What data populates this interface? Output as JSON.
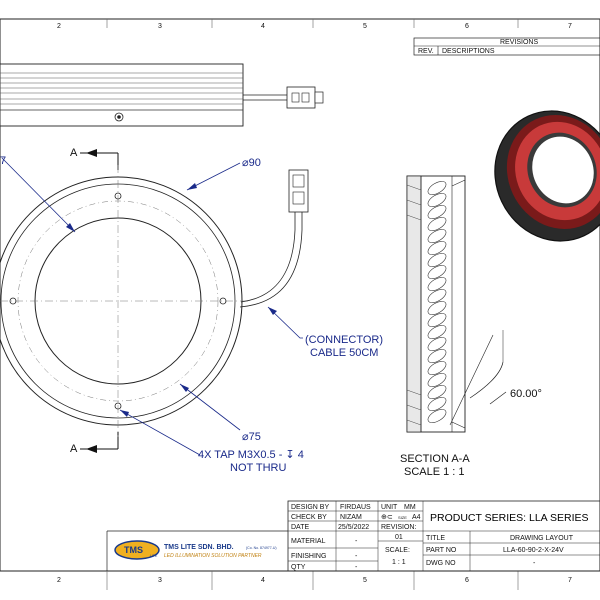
{
  "zone_numbers": {
    "top": [
      "2",
      "3",
      "4",
      "5",
      "6",
      "7"
    ],
    "bottom": [
      "2",
      "3",
      "4",
      "5",
      "6",
      "7"
    ]
  },
  "revisions": {
    "title": "REVISIONS",
    "rev_label": "REV.",
    "desc_label": "DESCRIPTIONS"
  },
  "views": {
    "section_marker": "A",
    "section_title": "SECTION A-A",
    "section_scale": "SCALE 1 : 1",
    "angle": "60.00°"
  },
  "dimensions": {
    "outer_dia": "⌀90",
    "inner_dia": "⌀75",
    "partial_left": "7",
    "connector_line1": "(CONNECTOR)",
    "connector_line2": "CABLE 50CM",
    "tap_line1": "4X TAP M3X0.5 - ↧ 4",
    "tap_line2": "NOT THRU"
  },
  "company": {
    "logo": "TMS",
    "logo_sub": "LITE",
    "name": "TMS LITE SDN. BHD.",
    "co_no": "(Co. No. 874977-U)",
    "tagline": "LED ILLUMINATION SOLUTION PARTNER"
  },
  "title_block": {
    "design_by_label": "DESIGN BY",
    "design_by": "FIRDAUS",
    "check_by_label": "CHECK BY",
    "check_by": "NIZAM",
    "date_label": "DATE",
    "date": "25/5/2022",
    "material_label": "MATERIAL",
    "material": "-",
    "finishing_label": "FINISHING",
    "finishing": "-",
    "qty_label": "QTY",
    "qty": "-",
    "unit_label": "UNIT",
    "unit": "MM",
    "size_label": "SIZE",
    "size": "A4",
    "revision_label": "REVISION:",
    "revision": "01",
    "scale_label": "SCALE:",
    "scale": "1 : 1",
    "product_series": "PRODUCT SERIES: LLA SERIES",
    "title_label": "TITLE",
    "title": "DRAWING LAYOUT",
    "part_no_label": "PART NO",
    "part_no": "LLA-60-90-2-X-24V",
    "dwg_no_label": "DWG NO",
    "dwg_no": "-"
  }
}
